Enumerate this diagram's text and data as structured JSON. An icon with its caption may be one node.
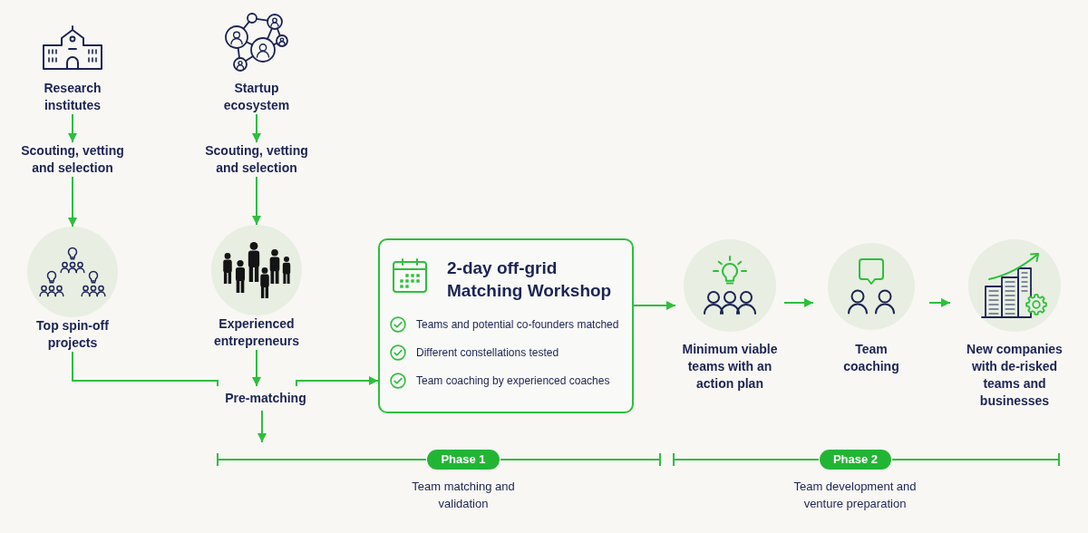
{
  "diagram": {
    "nodes": [
      {
        "text": [
          "Research institutes"
        ]
      },
      {
        "text": [
          "Scouting, vetting and selection"
        ]
      },
      {
        "text": [
          "Top spin-off projects"
        ]
      },
      {
        "text": [
          "Startup ecosystem"
        ]
      },
      {
        "text": [
          "Scouting, vetting and selection"
        ]
      },
      {
        "text": [
          "Experienced entrepreneurs"
        ]
      },
      {
        "text": [
          "Pre-matching"
        ]
      },
      {
        "text": [
          "2-day off-grid Matching Workshop",
          "Teams and potential co-founders matched",
          "Different constellations tested",
          "Team coaching by experienced coaches"
        ]
      },
      {
        "text": [
          "Minimum viable teams with an action plan"
        ]
      },
      {
        "text": [
          "Team coaching"
        ]
      },
      {
        "text": [
          "New companies with de-risked teams and businesses"
        ]
      },
      {
        "text": [
          "Phase 1"
        ],
        "beside": [
          "Team matching and validation"
        ]
      },
      {
        "text": [
          "Phase 2"
        ],
        "beside": [
          "Team development and venture preparation"
        ]
      }
    ],
    "edges": [
      {
        "from": 0,
        "to": 1,
        "arrow": "to"
      },
      {
        "from": 1,
        "to": 2,
        "arrow": "to"
      },
      {
        "from": 3,
        "to": 4,
        "arrow": "to"
      },
      {
        "from": 4,
        "to": 5,
        "arrow": "to"
      },
      {
        "from": 2,
        "to": 6,
        "arrow": "none"
      },
      {
        "from": 5,
        "to": 6,
        "arrow": "to"
      },
      {
        "from": 6,
        "to": 7,
        "arrow": "to"
      },
      {
        "from": 6,
        "to": null,
        "arrow": "to"
      },
      {
        "from": 7,
        "to": 8,
        "arrow": "to"
      },
      {
        "from": 8,
        "to": 9,
        "arrow": "to"
      },
      {
        "from": 9,
        "to": 10,
        "arrow": "to"
      }
    ]
  }
}
